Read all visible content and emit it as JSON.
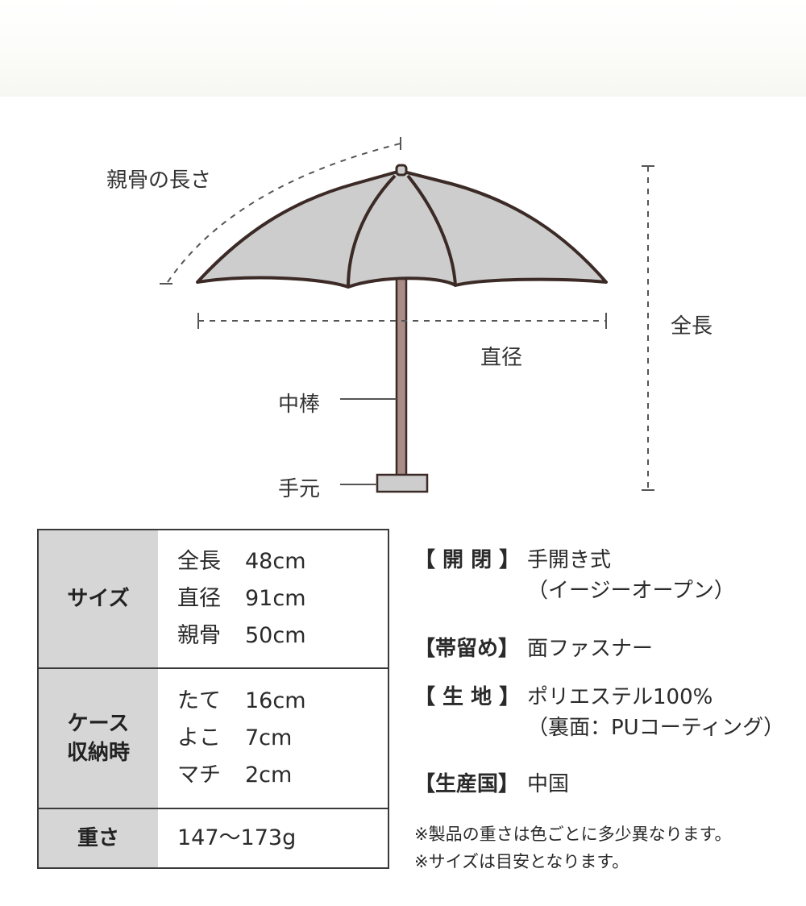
{
  "diagram": {
    "labels": {
      "rib_length": "親骨の長さ",
      "total_length": "全長",
      "diameter": "直径",
      "shaft": "中棒",
      "handle": "手元"
    },
    "colors": {
      "canopy": "#cdcdcd",
      "outline": "#3b2a26",
      "shaft": "#a98c86",
      "dim_line": "#555555"
    }
  },
  "spec_table": {
    "rows": [
      {
        "head": [
          "サイズ"
        ],
        "lines": [
          {
            "k": "全長",
            "v": "48cm"
          },
          {
            "k": "直径",
            "v": "91cm"
          },
          {
            "k": "親骨",
            "v": "50cm"
          }
        ]
      },
      {
        "head": [
          "ケース",
          "収納時"
        ],
        "lines": [
          {
            "k": "たて",
            "v": "16cm"
          },
          {
            "k": "よこ",
            "v": "7cm"
          },
          {
            "k": "マチ",
            "v": "2cm"
          }
        ]
      },
      {
        "head": [
          "重さ"
        ],
        "lines": [
          {
            "k": "147〜173g",
            "v": ""
          }
        ]
      }
    ]
  },
  "details": [
    {
      "key": "【 開 閉 】",
      "value": [
        "手開き式",
        "（イージーオープン）"
      ]
    },
    {
      "key": "【帯留め】",
      "value": [
        "面ファスナー"
      ]
    },
    {
      "key": "【 生 地 】",
      "value": [
        "ポリエステル100%",
        "（裏面：PUコーティング）"
      ]
    },
    {
      "key": "【生産国】",
      "value": [
        "中国"
      ]
    }
  ],
  "notes": [
    "※製品の重さは色ごとに多少異なります。",
    "※サイズは目安となります。"
  ]
}
